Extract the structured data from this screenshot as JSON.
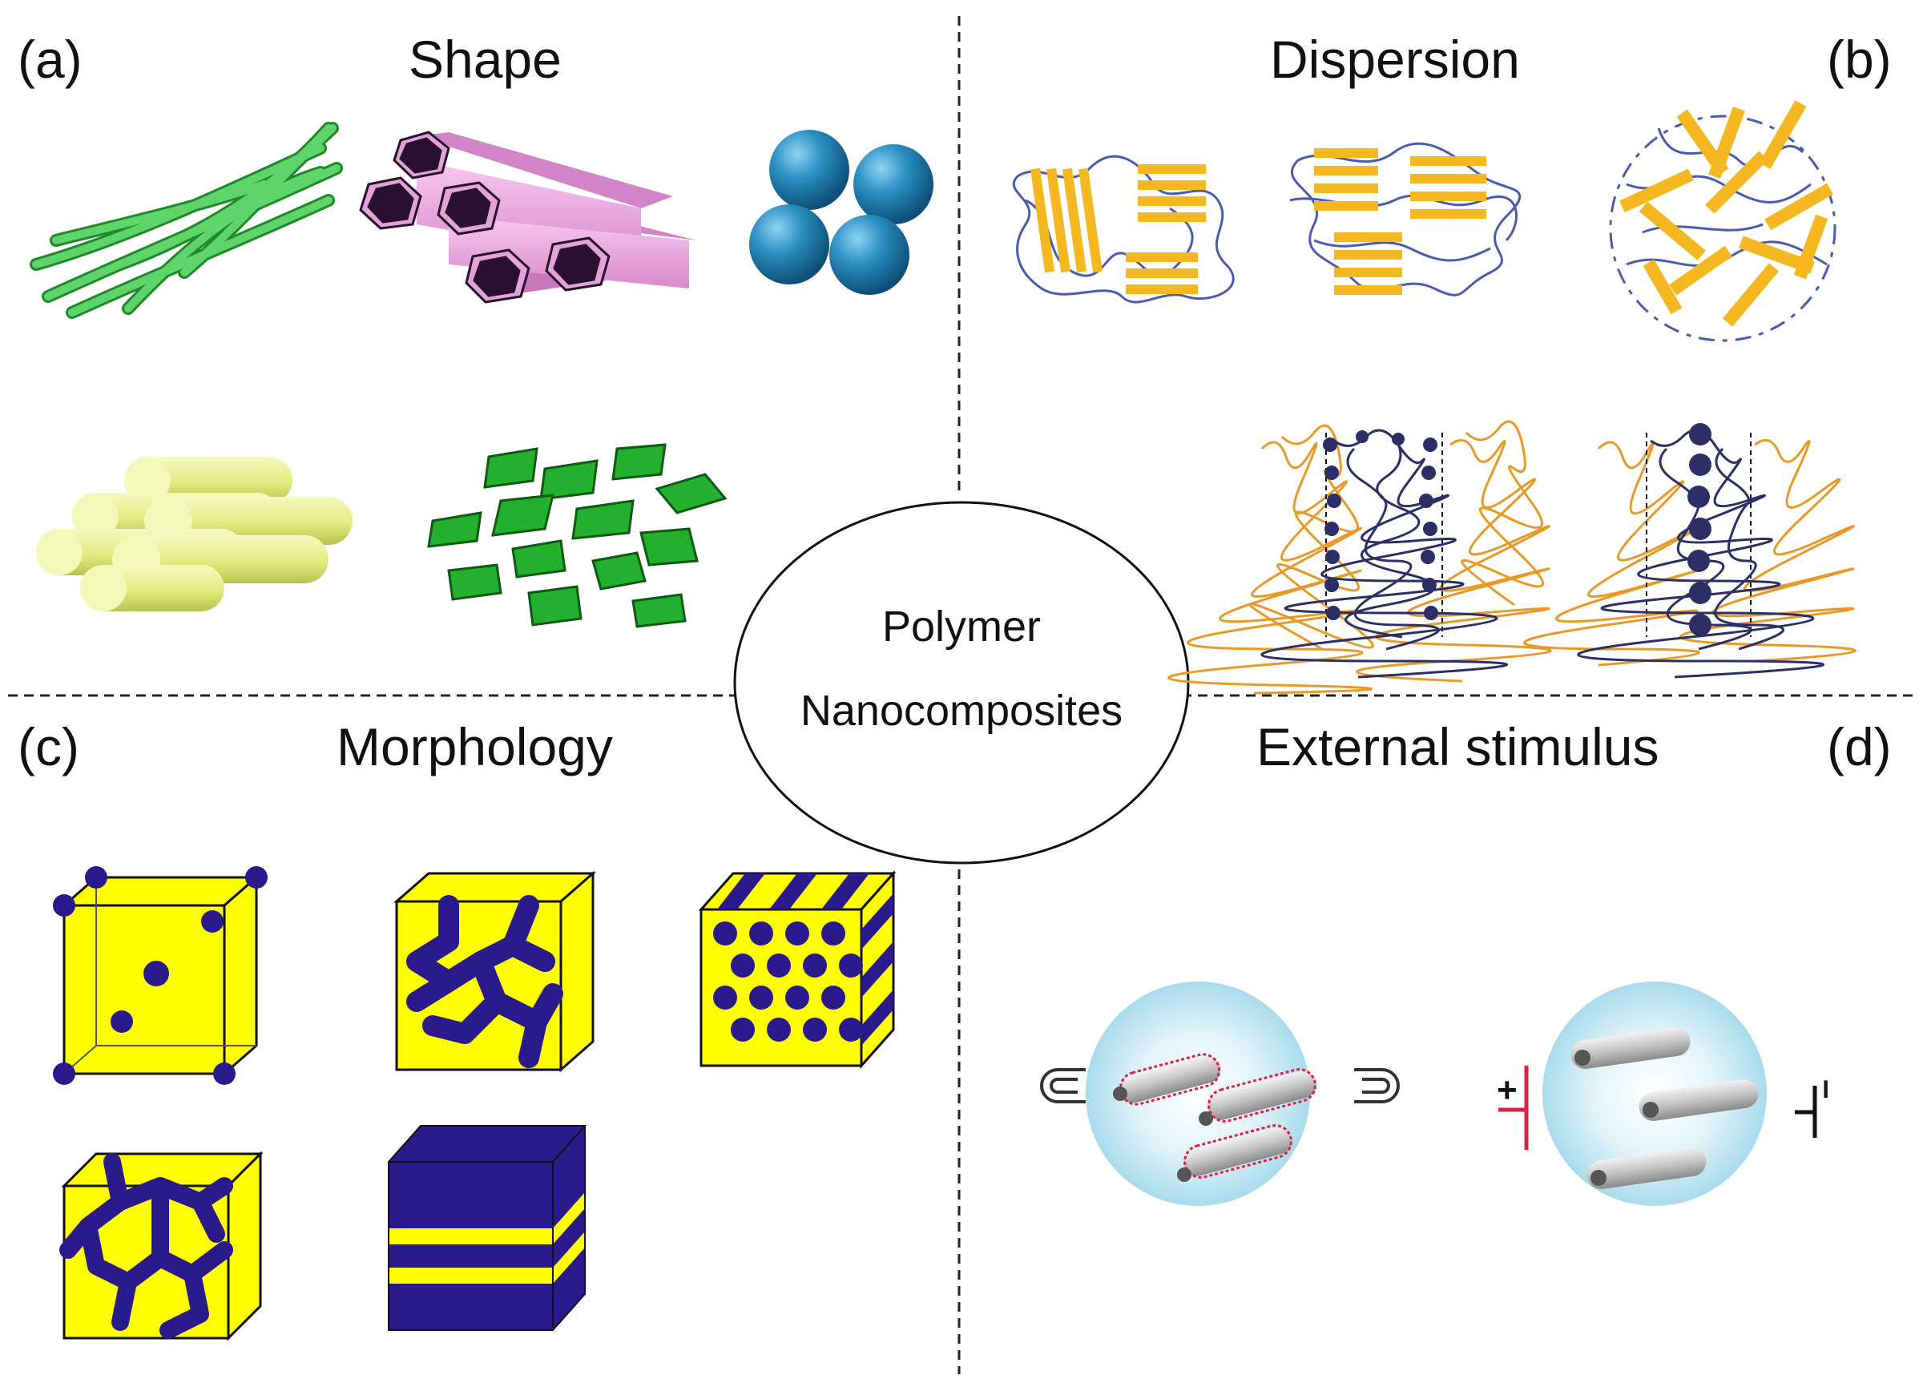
{
  "panels": {
    "a": {
      "letter": "(a)",
      "title": "Shape"
    },
    "b": {
      "letter": "(b)",
      "title": "Dispersion"
    },
    "c": {
      "letter": "(c)",
      "title": "Morphology"
    },
    "d": {
      "letter": "(d)",
      "title": "External stimulus"
    }
  },
  "center": {
    "line1": "Polymer",
    "line2": "Nanocomposites"
  },
  "stimulus": {
    "plus": "+",
    "minus": "–"
  },
  "colors": {
    "fiber_green": "#3cb84a",
    "tube_pink": "#e9a6dc",
    "sphere_blue": "#1f7fae",
    "rod_yellow": "#e6ef8a",
    "platelet_green": "#22b02e",
    "filler_yellow": "#f5b820",
    "chain_blue": "#4a5bb0",
    "chain_orange": "#e89a28",
    "particle_navy": "#2b2f66",
    "cube_yellow": "#ffff00",
    "cube_navy": "#2a1a8c",
    "magnetic_red": "#e02040",
    "sphere_cyan": "#bde6f2"
  }
}
